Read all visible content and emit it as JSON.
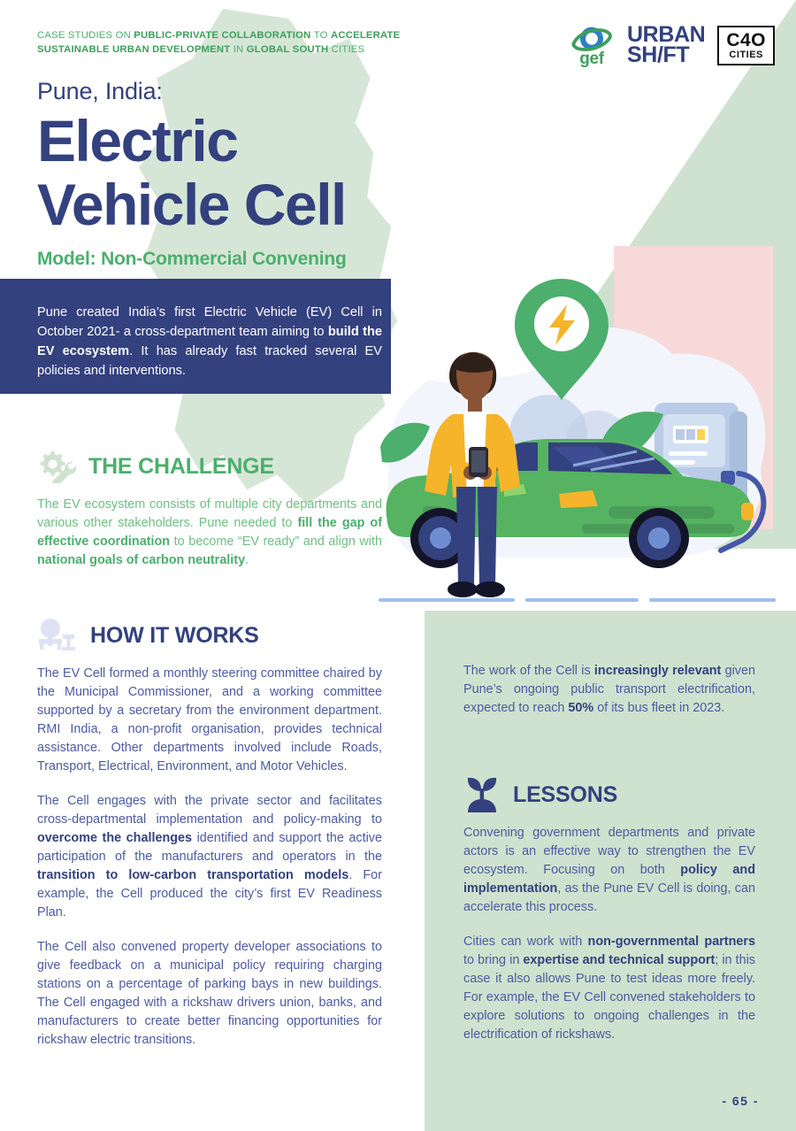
{
  "header": {
    "kicker_parts": [
      {
        "t": "CASE STUDIES ON ",
        "b": false
      },
      {
        "t": "PUBLIC-PRIVATE COLLABORATION ",
        "b": true
      },
      {
        "t": "TO ",
        "b": false
      },
      {
        "t": "ACCELERATE SUSTAINABLE URBAN DEVELOPMENT ",
        "b": true
      },
      {
        "t": "IN ",
        "b": false
      },
      {
        "t": "GLOBAL SOUTH ",
        "b": true
      },
      {
        "t": "CITIES",
        "b": false
      }
    ],
    "kicker_plain": "CASE STUDIES ON PUBLIC-PRIVATE COLLABORATION TO ACCELERATE SUSTAINABLE URBAN DEVELOPMENT IN GLOBAL SOUTH CITIES",
    "logos": {
      "gef_word": "gef",
      "urban_line1": "URBAN",
      "urban_line2": "SH/FT",
      "c40_top": "C4O",
      "c40_bottom": "CITIES"
    }
  },
  "title": {
    "city": "Pune, India:",
    "name_line1": "Electric",
    "name_line2": "Vehicle Cell",
    "model": "Model: Non-Commercial Convening"
  },
  "intro": {
    "parts": [
      {
        "t": "Pune created India’s first Electric Vehicle (EV) Cell in October 2021- a cross-department team aiming to ",
        "b": false
      },
      {
        "t": "build the EV ecosystem",
        "b": true
      },
      {
        "t": ". It has already fast tracked several EV policies and interventions.",
        "b": false
      }
    ]
  },
  "sections": {
    "challenge": {
      "title": "THE CHALLENGE",
      "icon": "gear-wrench-icon",
      "paragraphs": [
        [
          {
            "t": "The EV ecosystem consists of multiple city departments and various other stakeholders. Pune needed to ",
            "b": false
          },
          {
            "t": "fill the gap of effective coordination",
            "b": true
          },
          {
            "t": " to become “EV ready” and align with ",
            "b": false
          },
          {
            "t": "national goals of carbon neutrality",
            "b": true
          },
          {
            "t": ".",
            "b": false
          }
        ]
      ]
    },
    "how_it_works": {
      "title": "HOW IT WORKS",
      "icon": "tree-bench-icon",
      "paragraphs": [
        [
          {
            "t": "The EV Cell formed a monthly steering committee chaired by the Municipal Commissioner, and a working committee supported by a secretary from the environment department. RMI India, a non-profit organisation, provides technical assistance. Other departments involved include Roads, Transport, Electrical, Environment, and Motor Vehicles.",
            "b": false
          }
        ],
        [
          {
            "t": "The Cell engages with the private sector and facilitates cross-departmental implementation and policy-making to ",
            "b": false
          },
          {
            "t": "overcome the challenges",
            "b": true
          },
          {
            "t": " identified and support the active participation of the manufacturers and operators in the ",
            "b": false
          },
          {
            "t": "transition to low-carbon transportation models",
            "b": true
          },
          {
            "t": ". For example, the Cell produced the city’s first EV Readiness Plan.",
            "b": false
          }
        ],
        [
          {
            "t": "The Cell also convened property developer associations to give feedback on a municipal policy requiring charging stations on a percentage of parking bays in new buildings. The Cell engaged with a rickshaw drivers union, banks, and manufacturers to create better financing opportunities for rickshaw electric transitions.",
            "b": false
          }
        ]
      ]
    },
    "right_note": {
      "paragraphs": [
        [
          {
            "t": "The work of the Cell is ",
            "b": false
          },
          {
            "t": "increasingly relevant",
            "b": true
          },
          {
            "t": " given Pune’s ongoing public transport electrification, expected to reach ",
            "b": false
          },
          {
            "t": "50%",
            "b": true
          },
          {
            "t": " of its bus fleet in 2023.",
            "b": false
          }
        ]
      ]
    },
    "lessons": {
      "title": "LESSONS",
      "icon": "seedling-icon",
      "paragraphs": [
        [
          {
            "t": "Convening government departments and private actors is an effective way to strengthen the EV ecosystem. Focusing on both ",
            "b": false
          },
          {
            "t": "policy and implementation",
            "b": true
          },
          {
            "t": ", as the Pune EV Cell is doing, can accelerate this process.",
            "b": false
          }
        ],
        [
          {
            "t": "Cities can work with ",
            "b": false
          },
          {
            "t": "non-governmental partners",
            "b": true
          },
          {
            "t": " to bring in ",
            "b": false
          },
          {
            "t": "expertise and technical support",
            "b": true
          },
          {
            "t": "; in this case it also allows Pune to test ideas more freely. For example, the EV Cell convened stakeholders to explore solutions to ongoing challenges in the electrification of rickshaws.",
            "b": false
          }
        ]
      ]
    }
  },
  "footer": {
    "page_number": "- 65 -"
  },
  "colors": {
    "navy": "#33417e",
    "green": "#4caf6d",
    "light_green_panel": "#cfe2cf",
    "pink": "#f7d9d9",
    "body_blue": "#4d5aa0",
    "body_green": "#6fbf84"
  },
  "illustration": {
    "name": "ev-charging-illustration",
    "elements": [
      "person-with-phone",
      "green-electric-car",
      "charging-station",
      "map-pin-lightning-icon",
      "monstera-leaves",
      "pink-backdrop"
    ]
  }
}
